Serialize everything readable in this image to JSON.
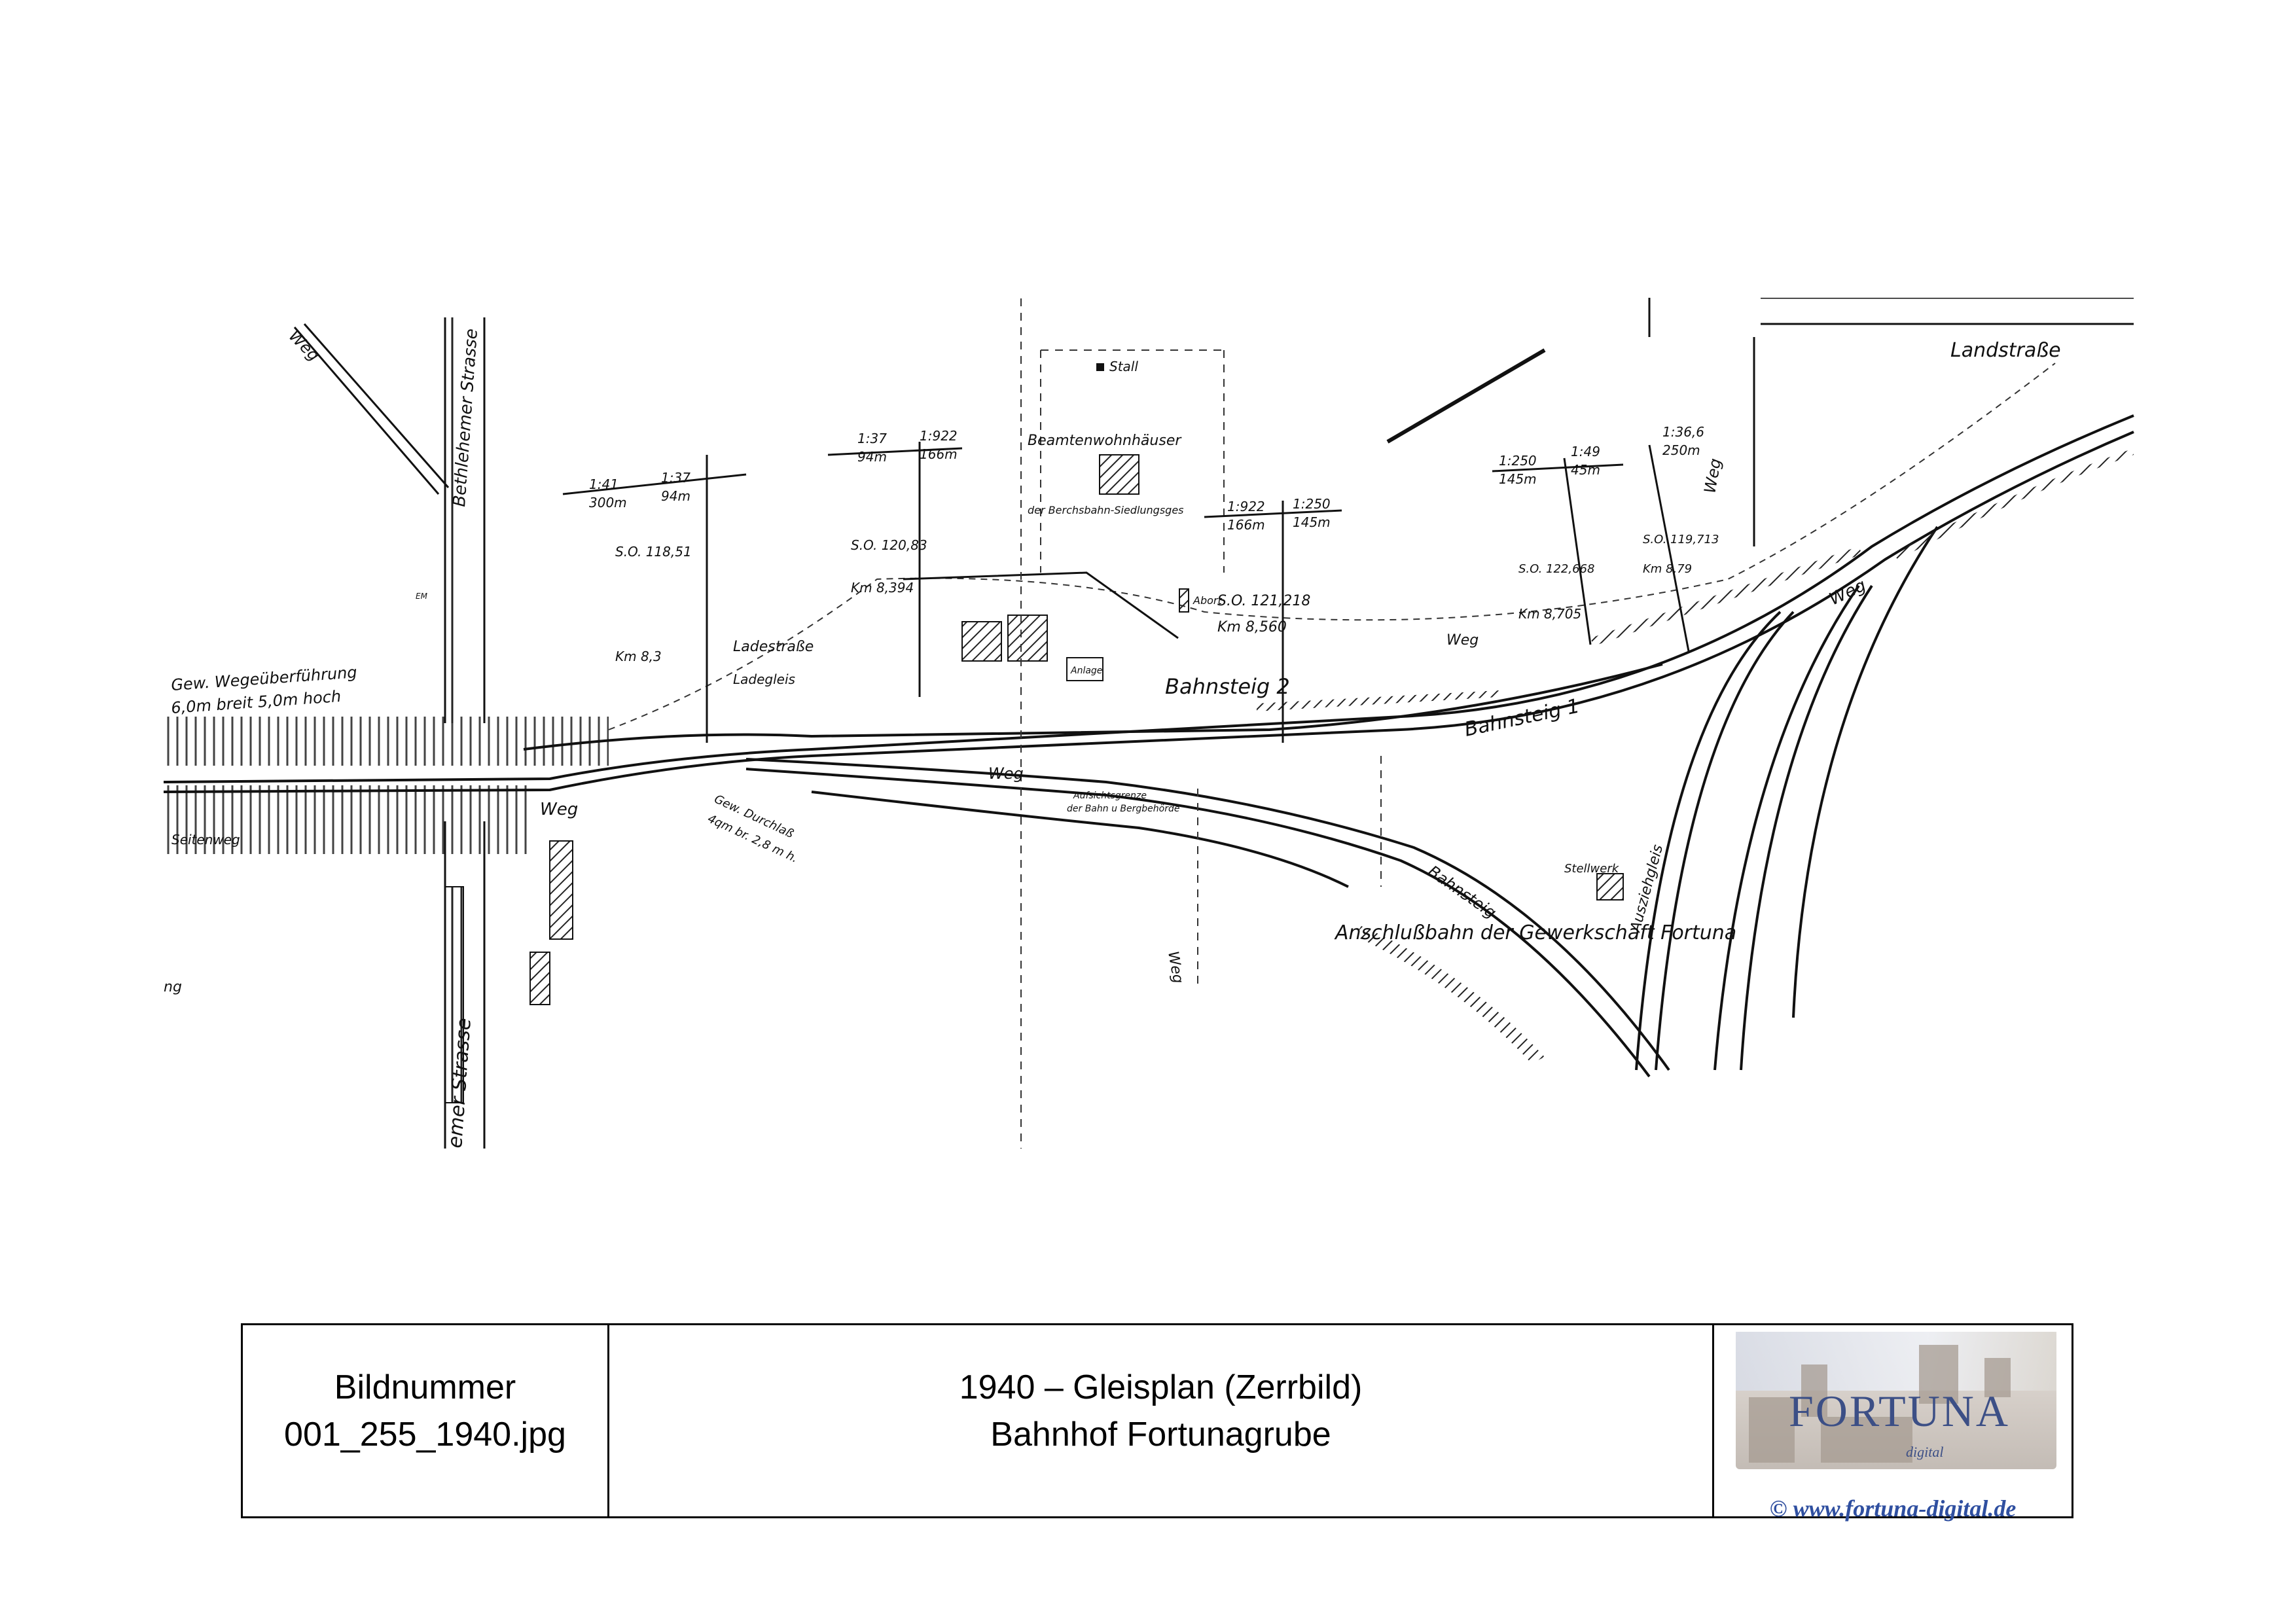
{
  "footer": {
    "image_label": "Bildnummer",
    "image_number": "001_255_1940.jpg",
    "title_line1": "1940 – Gleisplan (Zerrbild)",
    "title_line2": "Bahnhof Fortunagrube",
    "logo_word": "FORTUNA",
    "logo_sub": "digital",
    "logo_url": "© www.fortuna-digital.de"
  },
  "plan": {
    "landstrasse": "Landstraße",
    "bethlehemer_top": "Bethlehemer Strasse",
    "bethlehemer_bottom": "emer Strasse",
    "weg_topleft": "Weg",
    "stall": "Stall",
    "beamtenwohnhaeuser": "Beamtenwohnhäuser",
    "siedlung": "der Berchsbahn-Siedlungsges",
    "abort": "Abort",
    "ladestrasse": "Ladestraße",
    "ladegleis": "Ladegleis",
    "bahnsteig2": "Bahnsteig 2",
    "bahnsteig1": "Bahnsteig 1",
    "bahnsteig_lower": "Bahnsteig",
    "anlage": "Anlage",
    "grade1_ratio": "1:41",
    "grade1_len": "300m",
    "grade2_ratio": "1:37",
    "grade2_len": "94m",
    "grade3_ratio": "1:37",
    "grade3_len": "94m",
    "grade4_ratio": "1:922",
    "grade4_len": "166m",
    "grade5_ratio": "1:922",
    "grade5_len": "166m",
    "grade6_ratio": "1:250",
    "grade6_len": "145m",
    "grade7_ratio": "1:250",
    "grade7_len": "145m",
    "grade8_ratio": "1:49",
    "grade8_len": "45m",
    "grade9_ratio": "1:36,6",
    "grade9_len": "250m",
    "so1": "S.O. 118,51",
    "km1": "Km 8,3",
    "so2": "S.O. 120,83",
    "km2": "Km 8,394",
    "so3": "S.O. 121,218",
    "km3": "Km 8,560",
    "so4": "S.O. 122,668",
    "km4": "Km 8,705",
    "so5": "S.O. 119,713",
    "km5": "Km 8,79",
    "ueberfuehrung1": "Gew. Wegeüberführung",
    "ueberfuehrung2": "6,0m breit 5,0m hoch",
    "weg_left": "Weg",
    "seitenweg": "Seitenweg",
    "ng": "ng",
    "durchlass1": "Gew. Durchlaß",
    "durchlass2": "4qm br. 2,8 m h.",
    "weg_mid": "Weg",
    "weg_vertical": "Weg",
    "aufsichts1": "Aufsichtsgrenze",
    "aufsichts2": "der Bahn u Bergbehörde",
    "stellwerk": "Stellwerk",
    "anschluss": "Anschlußbahn der Gewerkschaft Fortuna",
    "weg_right1": "Weg",
    "weg_right2": "Weg",
    "weg_right3": "Weg",
    "ausziehgleis": "Ausziehgleis",
    "em": "EM"
  }
}
